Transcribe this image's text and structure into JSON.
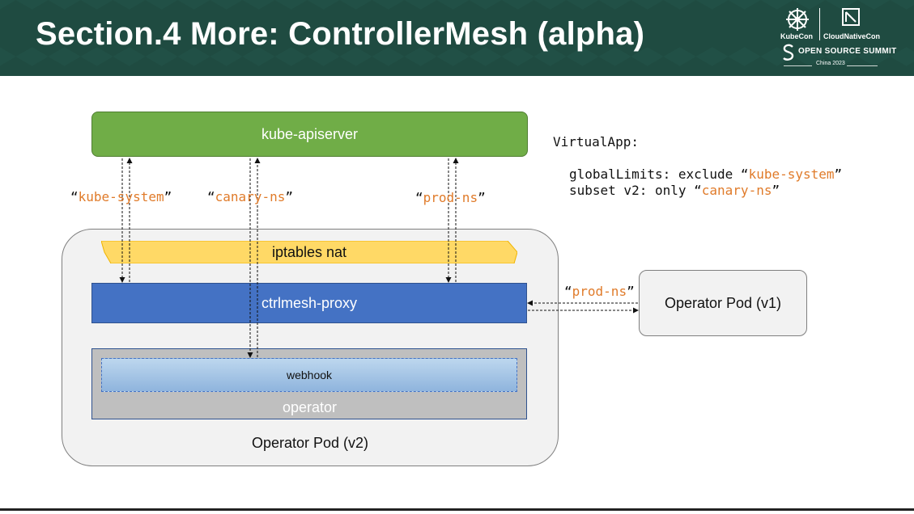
{
  "header": {
    "title": "Section.4  More: ControllerMesh (alpha)",
    "logos": {
      "kubecon": "KubeCon",
      "cloudnativecon": "CloudNativeCon",
      "oss": "OPEN SOURCE SUMMIT",
      "year": "China 2023"
    }
  },
  "diagram": {
    "apiserver": "kube-apiserver",
    "iptables": "iptables nat",
    "proxy": "ctrlmesh-proxy",
    "webhook": "webhook",
    "operator": "operator",
    "pod_v2": "Operator Pod (v2)",
    "pod_v1": "Operator Pod (v1)",
    "labels": {
      "kube_system": "kube-system",
      "canary_ns": "canary-ns",
      "prod_ns": "prod-ns",
      "prod_ns_v1": "prod-ns"
    }
  },
  "virtualapp": {
    "heading": "VirtualApp:",
    "line1_prefix": "globalLimits: exclude “",
    "line1_value": "kube-system",
    "line1_suffix": "”",
    "line2_prefix": "subset v2: only “",
    "line2_value": "canary-ns",
    "line2_suffix": "”"
  },
  "colors": {
    "header_bg": "#1f4b41",
    "apiserver": "#70ad47",
    "iptables": "#ffd966",
    "proxy": "#4472c4",
    "operator": "#bfbfbf",
    "webhook": "#9dc3e6",
    "accent_text": "#e07b2a"
  }
}
